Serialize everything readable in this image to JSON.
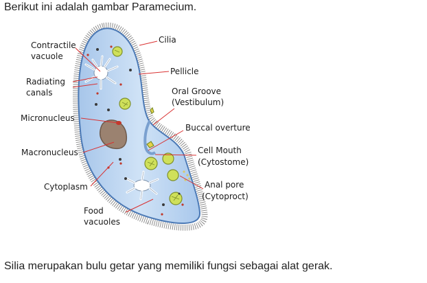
{
  "text": {
    "intro": "Berikut ini adalah gambar Paramecium.",
    "outro": "Silia merupakan bulu getar yang memiliki fungsi sebagai alat gerak."
  },
  "diagram": {
    "labels": {
      "contractile_vacuole": [
        "Contractile",
        "vacuole"
      ],
      "radiating_canals": [
        "Radiating",
        "canals"
      ],
      "micronucleus": "Micronucleus",
      "macronucleus": "Macronucleus",
      "cytoplasm": "Cytoplasm",
      "food_vacuoles": [
        "Food",
        "vacuoles"
      ],
      "cilia": "Cilia",
      "pellicle": "Pellicle",
      "oral_groove": [
        "Oral Groove",
        "(Vestibulum)"
      ],
      "buccal_overture": "Buccal overture",
      "cell_mouth": [
        "Cell Mouth",
        "(Cytostome)"
      ],
      "anal_pore": [
        "Anal pore",
        "(Cytoproct)"
      ]
    },
    "colors": {
      "body_fill": "#b7d3f0",
      "body_edge": "#4b79b5",
      "cilia": "#8a8a8a",
      "leader_line": "#d93030",
      "food_vacuole": "#cfe05a",
      "macronucleus": "#9b8270",
      "micronucleus": "#c0392b"
    }
  }
}
